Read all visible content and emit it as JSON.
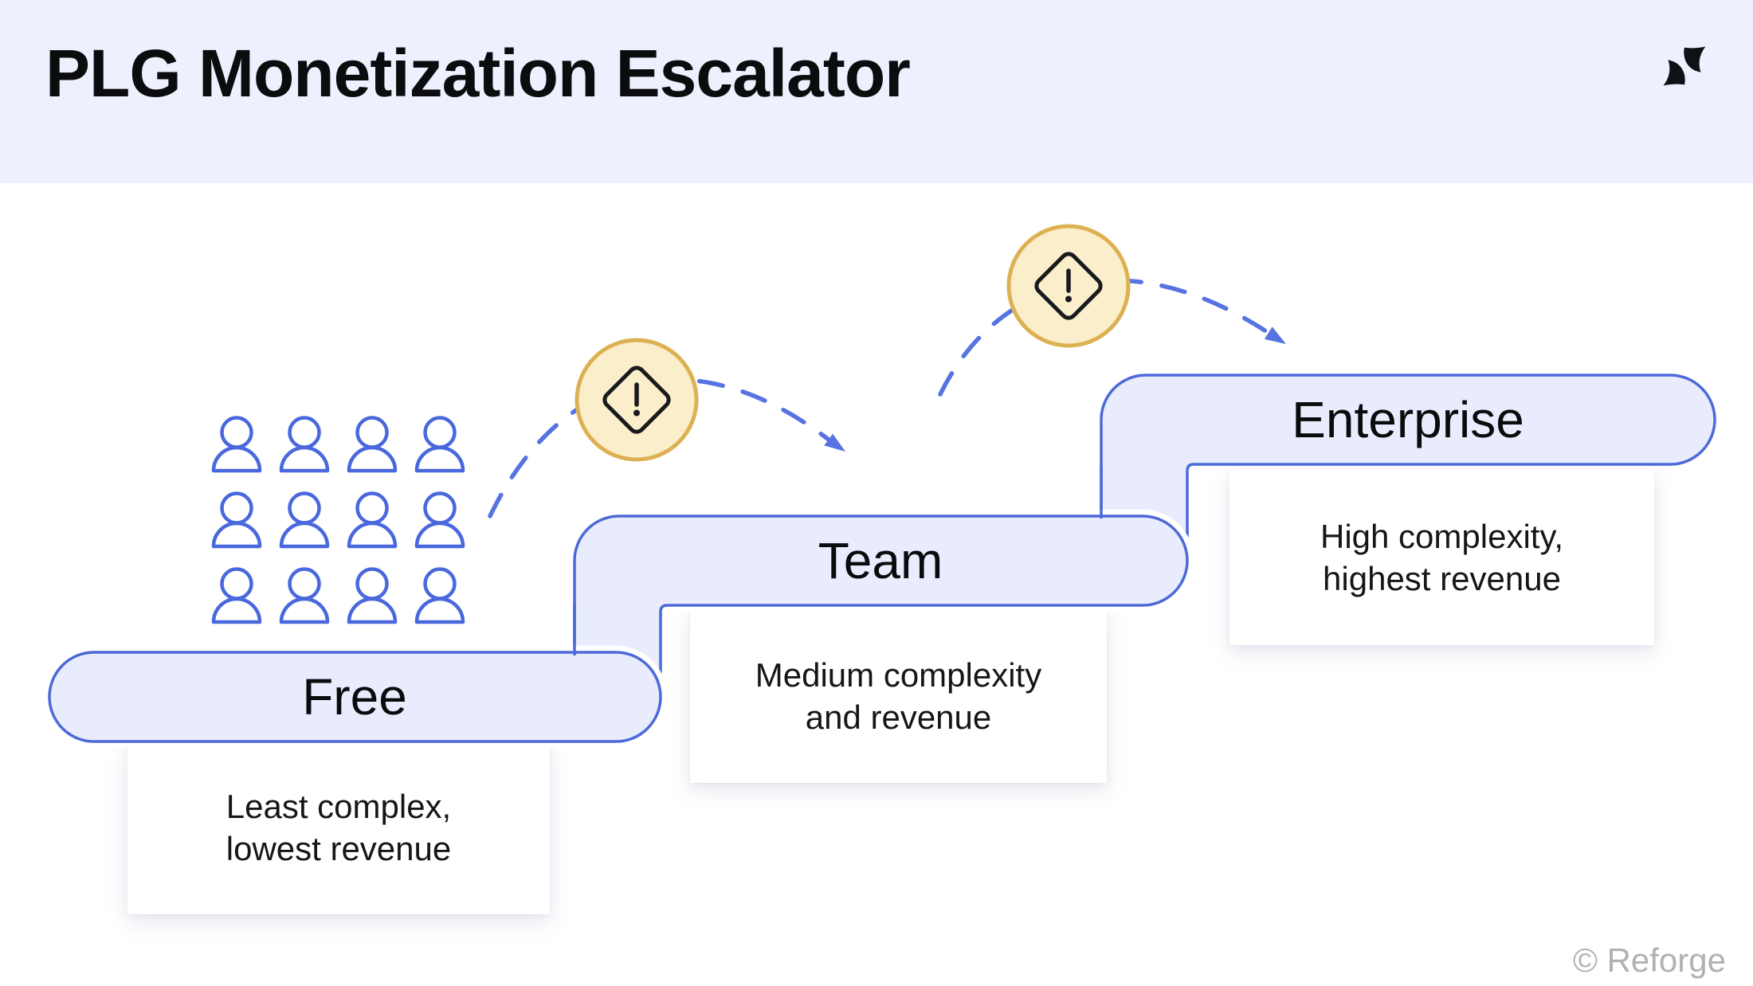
{
  "header": {
    "title": "PLG Monetization Escalator"
  },
  "brand": {
    "logo_icon": "reforge-logo-icon"
  },
  "steps": [
    {
      "label": "Free",
      "description_lines": [
        "Least complex,",
        "lowest revenue"
      ]
    },
    {
      "label": "Team",
      "description_lines": [
        "Medium complexity",
        "and revenue"
      ]
    },
    {
      "label": "Enterprise",
      "description_lines": [
        "High complexity,",
        "highest revenue"
      ]
    }
  ],
  "warnings": [
    {
      "icon": "alert-diamond-icon",
      "between": "Free and Team"
    },
    {
      "icon": "alert-diamond-icon",
      "between": "Team and Enterprise"
    }
  ],
  "users_grid": {
    "rows": 3,
    "columns": 4,
    "icon": "person-icon"
  },
  "footer": {
    "copyright": "© Reforge"
  },
  "colors": {
    "header_bg": "#eef0fe",
    "canvas_bg": "#ffffff",
    "step_fill": "#e9ecfc",
    "step_border": "#4c69d9",
    "arrow_blue": "#5673e1",
    "person_blue": "#4968dd",
    "warning_fill": "#fbeecb",
    "warning_border": "#ddb052",
    "title_text": "#0b0c0e",
    "watermark_text": "#b1b1b5"
  }
}
